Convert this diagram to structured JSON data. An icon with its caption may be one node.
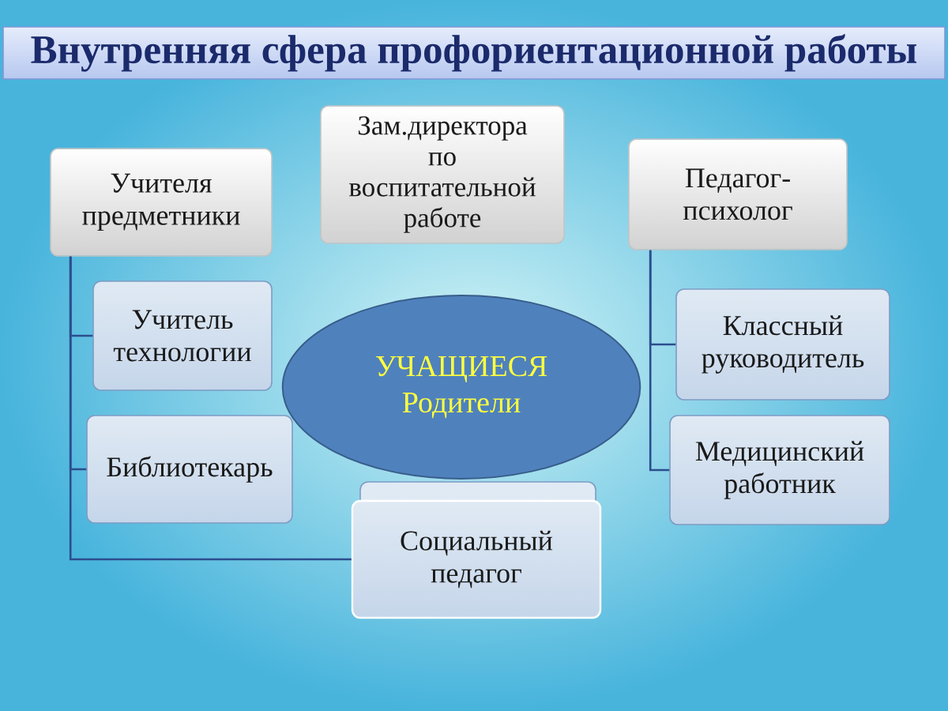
{
  "diagram": {
    "title": "Внутренняя сфера профориентационной работы",
    "nodes": [
      {
        "text": [
          "Учителя предметники"
        ]
      },
      {
        "text": [
          "Учитель технологии"
        ]
      },
      {
        "text": [
          "Библиотекарь"
        ]
      },
      {
        "text": [
          "Социальный педагог"
        ]
      },
      {
        "text": [
          "Зам.директора по воспитательной работе"
        ]
      },
      {
        "text": [
          "УЧАЩИЕСЯ",
          "Родители"
        ]
      },
      {
        "text": [
          "Педагог-психолог"
        ]
      },
      {
        "text": [
          "Классный руководитель"
        ]
      },
      {
        "text": [
          "Медицинский работник"
        ]
      }
    ],
    "edges": [
      {
        "from": 0,
        "to": 1,
        "arrow": "none"
      },
      {
        "from": 0,
        "to": 2,
        "arrow": "none"
      },
      {
        "from": 0,
        "to": 3,
        "arrow": "none"
      },
      {
        "from": 6,
        "to": 7,
        "arrow": "none"
      },
      {
        "from": 6,
        "to": 8,
        "arrow": "none"
      }
    ]
  }
}
